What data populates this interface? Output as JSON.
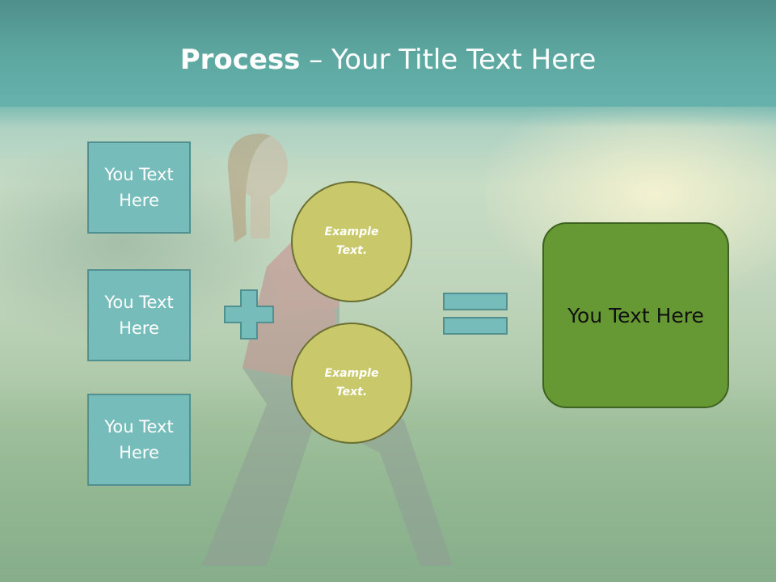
{
  "slide": {
    "title_bold": "Process",
    "title_rest": " – Your Title Text Here",
    "boxes": [
      {
        "label": "You Text Here"
      },
      {
        "label": "You Text Here"
      },
      {
        "label": "You Text Here"
      }
    ],
    "circles": [
      {
        "label": "Example Text."
      },
      {
        "label": "Example Text."
      }
    ],
    "result": {
      "label": "You Text Here"
    },
    "operators": {
      "plus": "plus-icon",
      "equals": "equals-icon"
    },
    "colors": {
      "title_band": "#5ea8a2",
      "box_fill": "#76bcbb",
      "box_border": "#52908f",
      "circle_fill": "#c9c96b",
      "circle_border": "#6b7032",
      "result_fill": "#669934",
      "result_border": "#3e6320"
    }
  }
}
